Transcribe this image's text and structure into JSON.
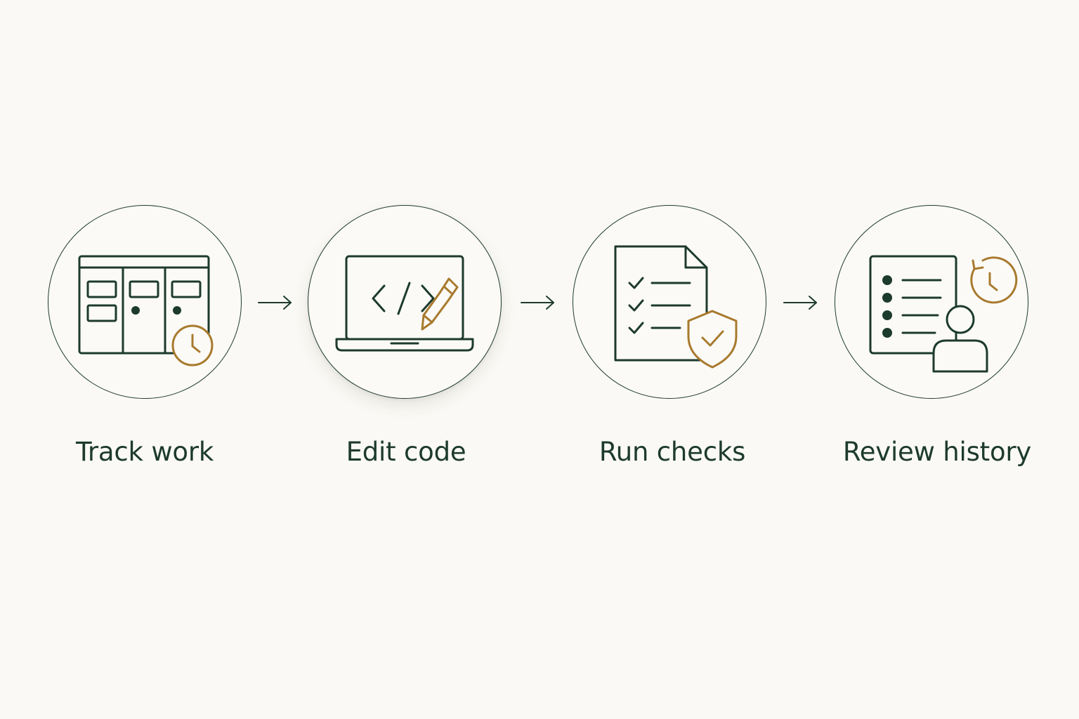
{
  "colors": {
    "background": "#faf9f5",
    "ink": "#1d3a2e",
    "accent": "#a87a2e"
  },
  "steps": [
    {
      "label": "Track work",
      "icon": "kanban-board-clock-icon"
    },
    {
      "label": "Edit code",
      "icon": "laptop-code-pencil-icon"
    },
    {
      "label": "Run checks",
      "icon": "checklist-shield-icon"
    },
    {
      "label": "Review history",
      "icon": "list-user-history-icon"
    }
  ],
  "connectors": [
    "arrow-right-icon",
    "arrow-right-icon",
    "arrow-right-icon"
  ]
}
